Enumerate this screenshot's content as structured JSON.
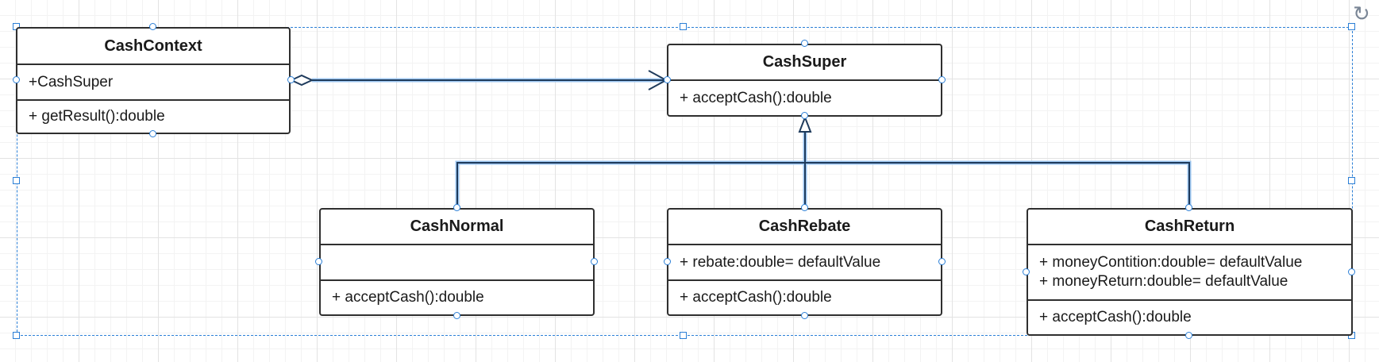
{
  "diagram": {
    "classes": {
      "context": {
        "name": "CashContext",
        "attributes": [
          "+CashSuper"
        ],
        "methods": [
          "+ getResult():double"
        ]
      },
      "super": {
        "name": "CashSuper",
        "attributes": [],
        "methods": [
          "+ acceptCash():double"
        ]
      },
      "normal": {
        "name": "CashNormal",
        "attributes": [],
        "methods": [
          "+ acceptCash():double"
        ]
      },
      "rebate": {
        "name": "CashRebate",
        "attributes": [
          "+ rebate:double= defaultValue"
        ],
        "methods": [
          "+ acceptCash():double"
        ]
      },
      "return": {
        "name": "CashReturn",
        "attributes": [
          "+ moneyContition:double= defaultValue",
          "+ moneyReturn:double= defaultValue"
        ],
        "methods": [
          "+ acceptCash():double"
        ]
      }
    },
    "relations": [
      {
        "type": "aggregation",
        "from": "CashContext",
        "to": "CashSuper"
      },
      {
        "type": "generalization",
        "from": "CashNormal",
        "to": "CashSuper"
      },
      {
        "type": "generalization",
        "from": "CashRebate",
        "to": "CashSuper"
      },
      {
        "type": "generalization",
        "from": "CashReturn",
        "to": "CashSuper"
      }
    ],
    "colors": {
      "line": "#1f3b5c",
      "line_highlight": "#5aa0e6",
      "selection": "#2b7fd6",
      "box_border": "#2f2f2f"
    },
    "icons": [
      "rotate-icon"
    ]
  }
}
